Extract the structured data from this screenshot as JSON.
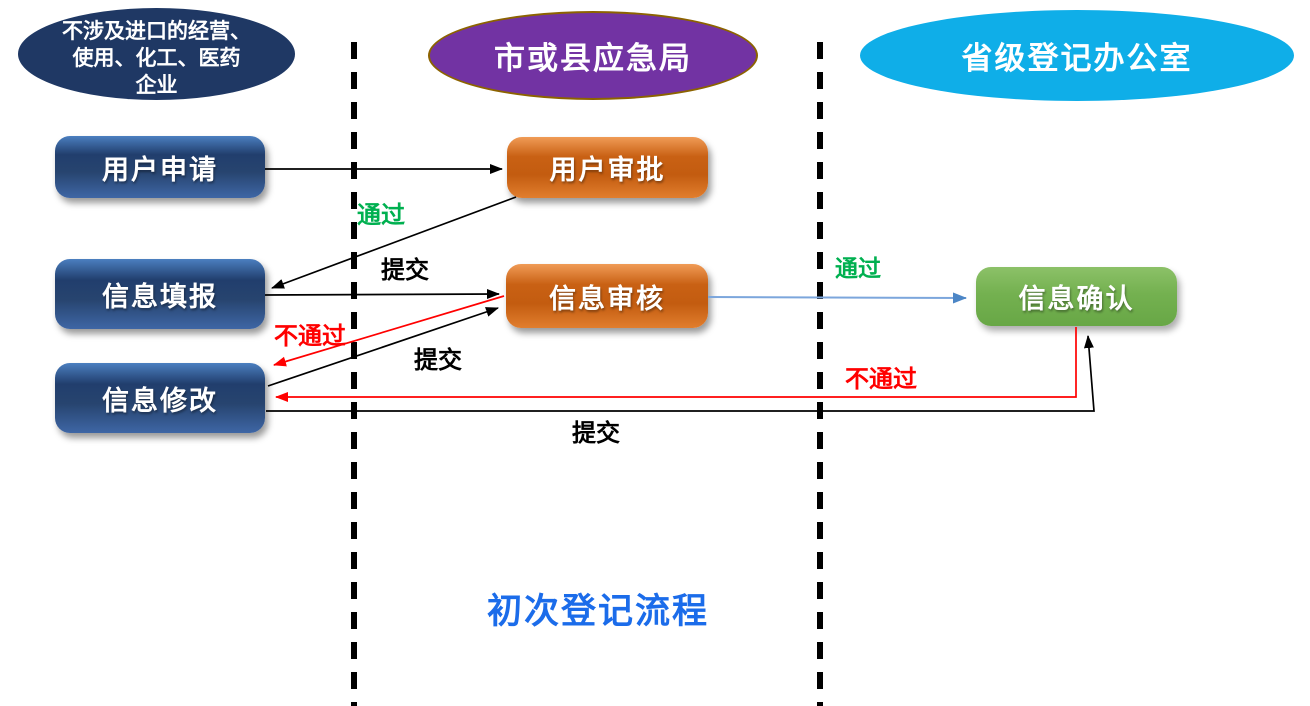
{
  "diagram": {
    "title": "初次登记流程",
    "lanes": [
      {
        "name": "enterprise-lane",
        "lines": [
          "不涉及进口的经营、",
          "使用、化工、医药",
          "企业"
        ]
      },
      {
        "name": "city-county-bureau-lane",
        "label": "市或县应急局"
      },
      {
        "name": "provincial-office-lane",
        "label": "省级登记办公室"
      }
    ],
    "nodes": [
      {
        "name": "user-apply",
        "label": "用户申请"
      },
      {
        "name": "info-fill",
        "label": "信息填报"
      },
      {
        "name": "info-modify",
        "label": "信息修改"
      },
      {
        "name": "user-approve",
        "label": "用户审批"
      },
      {
        "name": "info-review",
        "label": "信息审核"
      },
      {
        "name": "info-confirm",
        "label": "信息确认"
      }
    ],
    "edge_labels": [
      {
        "name": "approve-pass-label",
        "text": "通过",
        "color": "#00B050"
      },
      {
        "name": "fill-submit-label",
        "text": "提交",
        "color": "#000000"
      },
      {
        "name": "review-fail-label",
        "text": "不通过",
        "color": "#FF0000"
      },
      {
        "name": "modify-submit-review-label",
        "text": "提交",
        "color": "#000000"
      },
      {
        "name": "review-pass-label",
        "text": "通过",
        "color": "#00B050"
      },
      {
        "name": "confirm-fail-label",
        "text": "不通过",
        "color": "#FF0000"
      },
      {
        "name": "modify-submit-confirm-label",
        "text": "提交",
        "color": "#000000"
      }
    ],
    "colors": {
      "enterprise_ellipse": "#1F3864",
      "bureau_ellipse": "#7233A3",
      "bureau_ellipse_border": "#8C6300",
      "office_ellipse": "#0FAEE8",
      "blue_box": "#2E4F84",
      "orange_box": "#CD6514",
      "green_box": "#74B150",
      "pass_label": "#00B050",
      "fail_label": "#FF0000",
      "title_text": "#1B6CEA",
      "flow_arrow_blue": "#7CA6DC"
    }
  }
}
